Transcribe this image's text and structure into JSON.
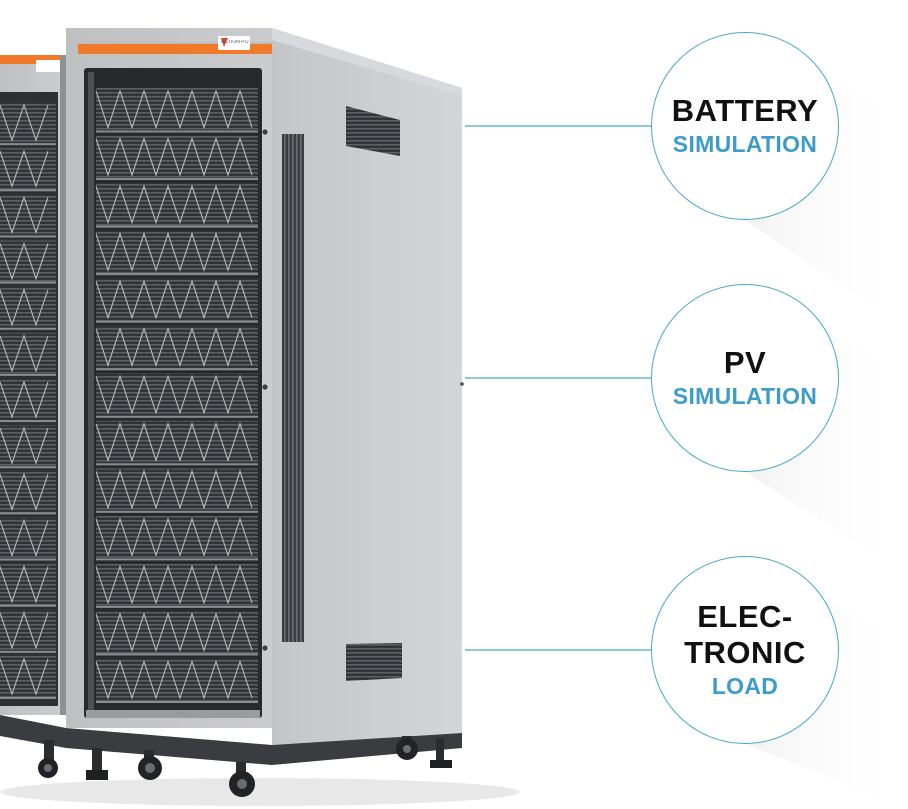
{
  "image": {
    "subject": "power-test-cabinets",
    "colors": {
      "background": "#ffffff",
      "cabinet": "#c8c9cb",
      "accent_stripe": "#f07a2a",
      "badge_border": "#4aa6cf",
      "badge_primary_text": "#111111",
      "badge_secondary_text": "#3d9cc9"
    }
  },
  "cabinet": {
    "logo_text": "ACTION POWER"
  },
  "badges": [
    {
      "line1": "BATTERY",
      "line2": "SIMULATION"
    },
    {
      "line1": "PV",
      "line2": "SIMULATION"
    },
    {
      "line1": "ELEC-",
      "line1b": "TRONIC",
      "line2": "LOAD"
    }
  ]
}
